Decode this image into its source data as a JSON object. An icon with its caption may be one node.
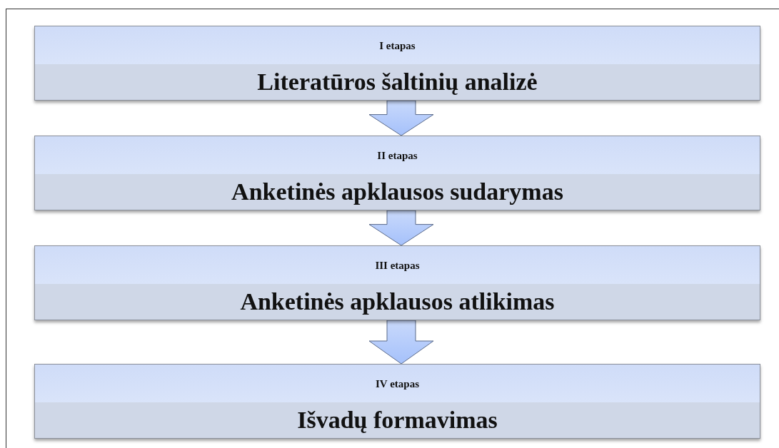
{
  "diagram": {
    "nodes": [
      {
        "text": [
          "I etapas",
          "Literatūros šaltinių analizė"
        ]
      },
      {
        "text": [
          "II etapas",
          "Anketinės apklausos sudarymas"
        ]
      },
      {
        "text": [
          "III etapas",
          "Anketinės apklausos atlikimas"
        ]
      },
      {
        "text": [
          "IV etapas",
          "Išvadų formavimas"
        ]
      }
    ],
    "edges": [
      {
        "from": 0,
        "to": 1,
        "arrow": "to"
      },
      {
        "from": 1,
        "to": 2,
        "arrow": "to"
      },
      {
        "from": 2,
        "to": 3,
        "arrow": "to"
      }
    ]
  }
}
